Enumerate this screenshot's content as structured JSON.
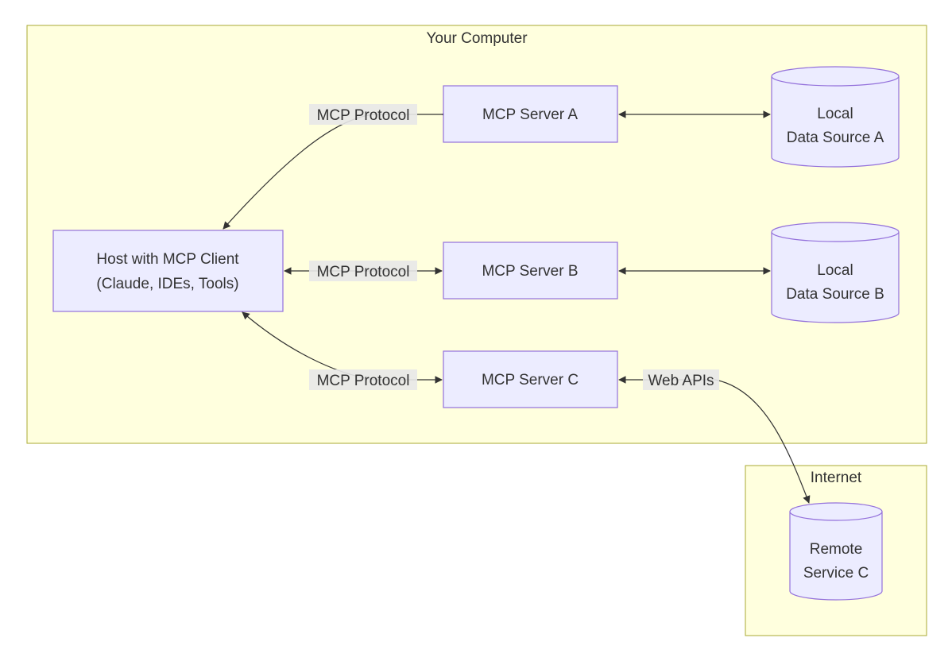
{
  "clusters": {
    "computer": {
      "label": "Your Computer"
    },
    "internet": {
      "label": "Internet"
    }
  },
  "nodes": {
    "host": {
      "line1": "Host with MCP Client",
      "line2": "(Claude, IDEs, Tools)"
    },
    "server_a": {
      "label": "MCP Server A"
    },
    "server_b": {
      "label": "MCP Server B"
    },
    "server_c": {
      "label": "MCP Server C"
    },
    "data_a": {
      "line1": "Local",
      "line2": "Data Source A"
    },
    "data_b": {
      "line1": "Local",
      "line2": "Data Source B"
    },
    "remote_c": {
      "line1": "Remote",
      "line2": "Service C"
    }
  },
  "edges": {
    "host_a": {
      "label": "MCP Protocol"
    },
    "host_b": {
      "label": "MCP Protocol"
    },
    "host_c": {
      "label": "MCP Protocol"
    },
    "c_remote": {
      "label": "Web APIs"
    }
  },
  "colors": {
    "cluster_fill": "#ffffde",
    "cluster_stroke": "#aaaa33",
    "node_fill": "#ececff",
    "node_stroke": "#9370db",
    "edge": "#333333",
    "edge_label_bg": "#e8e8e8"
  }
}
